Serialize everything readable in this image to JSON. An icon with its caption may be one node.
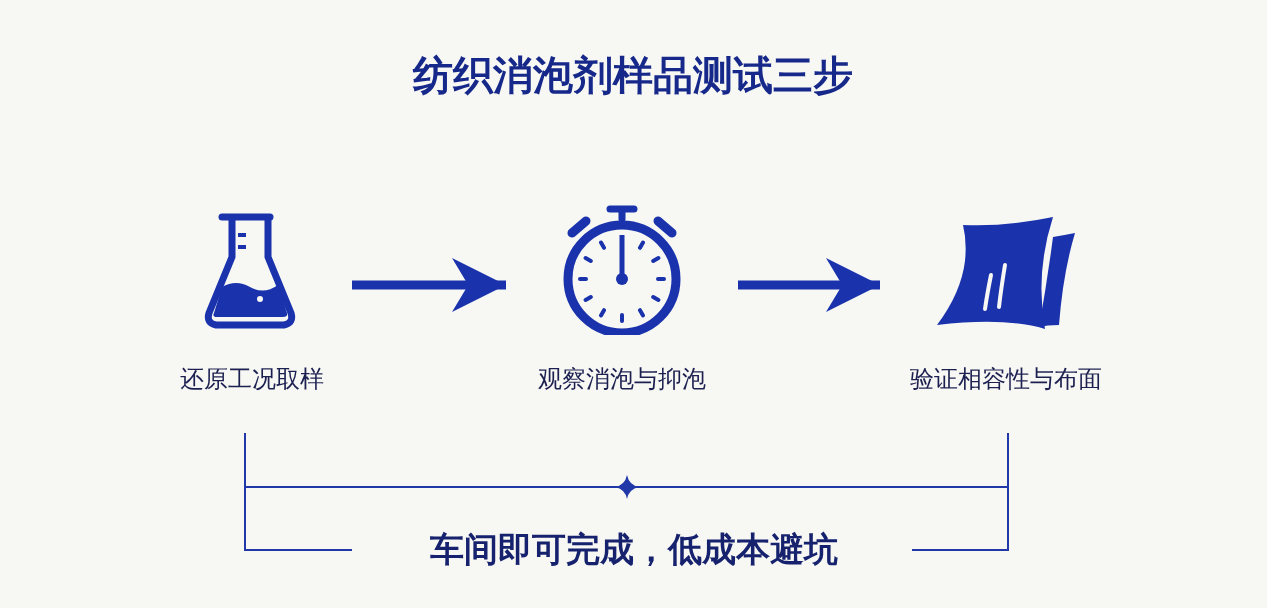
{
  "diagram": {
    "title": "纺织消泡剂样品测试三步",
    "nodes": [
      {
        "text": [
          "还原工况取样"
        ]
      },
      {
        "text": [
          "观察消泡与抑泡"
        ]
      },
      {
        "text": [
          "验证相容性与布面"
        ]
      }
    ],
    "edges": [
      {
        "from": 0,
        "to": 1,
        "arrow": "to"
      },
      {
        "from": 1,
        "to": 2,
        "arrow": "to"
      }
    ],
    "caption": "车间即可完成，低成本避坑"
  }
}
